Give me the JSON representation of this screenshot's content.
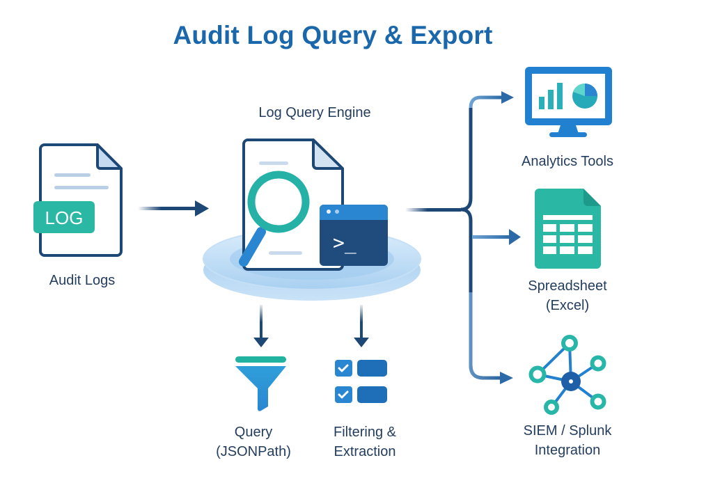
{
  "title": "Audit Log Query & Export",
  "colors": {
    "title": "#1a67ac",
    "label_text": "#233d5e",
    "dark_navy": "#1d4775",
    "primary_blue": "#2a86d1",
    "teal": "#2ab7a4",
    "light_blue": "#b9dbf4"
  },
  "nodes": {
    "audit_logs": {
      "label": "Audit Logs",
      "badge": "LOG",
      "icon": "log-file-icon"
    },
    "engine": {
      "label": "Log Query Engine",
      "icon": "search-document-icon",
      "terminal_prompt": ">_"
    },
    "query": {
      "label_line1": "Query",
      "label_line2": "(JSONPath)",
      "icon": "funnel-icon"
    },
    "filtering": {
      "label_line1": "Filtering &",
      "label_line2": "Extraction",
      "icon": "checklist-grid-icon"
    },
    "analytics": {
      "label": "Analytics Tools",
      "icon": "monitor-chart-icon"
    },
    "spreadsheet": {
      "label_line1": "Spreadsheet",
      "label_line2": "(Excel)",
      "icon": "spreadsheet-icon"
    },
    "siem": {
      "label_line1": "SIEM / Splunk",
      "label_line2": "Integration",
      "icon": "network-hub-icon"
    }
  },
  "edges": [
    {
      "from": "audit_logs",
      "to": "engine"
    },
    {
      "from": "engine",
      "to": "query"
    },
    {
      "from": "engine",
      "to": "filtering"
    },
    {
      "from": "engine",
      "to": "analytics"
    },
    {
      "from": "engine",
      "to": "spreadsheet"
    },
    {
      "from": "engine",
      "to": "siem"
    }
  ]
}
